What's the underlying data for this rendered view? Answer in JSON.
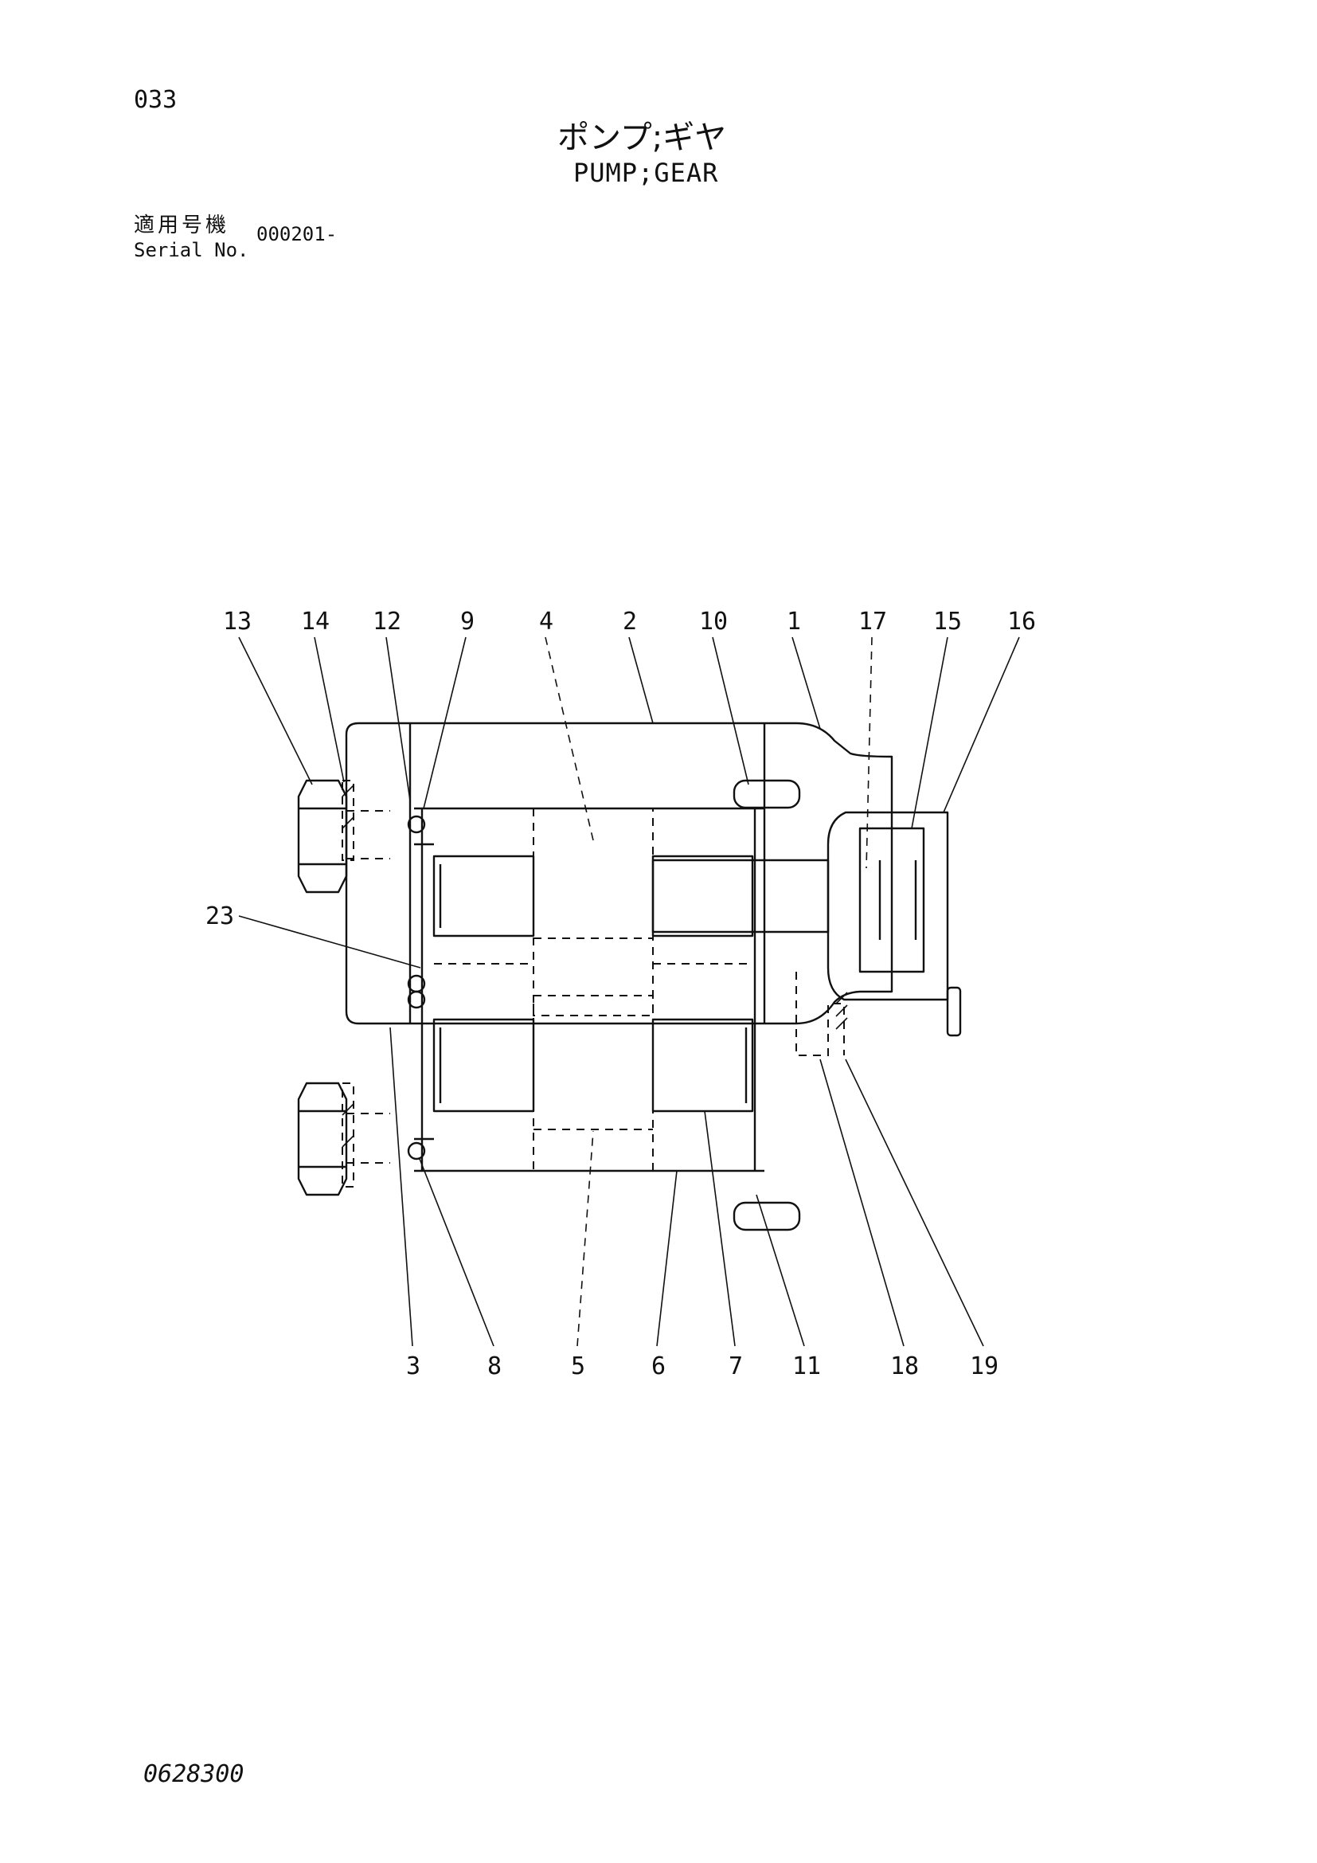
{
  "header": {
    "page_number": "033",
    "title_jp": "ポンプ;ギヤ",
    "title_en": "PUMP;GEAR",
    "serial_label_jp": "適用号機",
    "serial_label_en": "Serial No.",
    "serial_value": "000201-"
  },
  "footer": {
    "drawing_number": "0628300"
  },
  "callouts": {
    "c13": "13",
    "c14": "14",
    "c12": "12",
    "c9": "9",
    "c4": "4",
    "c2": "2",
    "c10": "10",
    "c1": "1",
    "c17": "17",
    "c15": "15",
    "c16": "16",
    "c23": "23",
    "c3": "3",
    "c8": "8",
    "c5": "5",
    "c6": "6",
    "c7": "7",
    "c11": "11",
    "c18": "18",
    "c19": "19"
  }
}
